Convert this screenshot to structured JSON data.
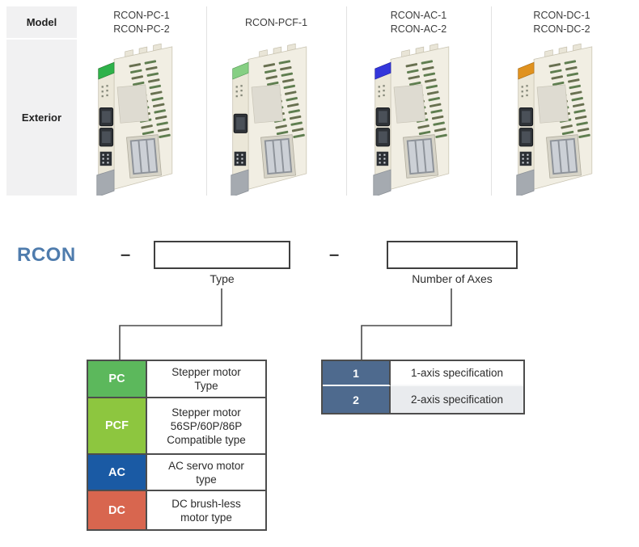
{
  "model_table": {
    "headers": {
      "model": "Model",
      "exterior": "Exterior"
    },
    "columns": [
      {
        "models": "RCON-PC-1\nRCON-PC-2",
        "accent": "#2eb24a"
      },
      {
        "models": "RCON-PCF-1",
        "accent": "#86cf83"
      },
      {
        "models": "RCON-AC-1\nRCON-AC-2",
        "accent": "#3336db"
      },
      {
        "models": "RCON-DC-1\nRCON-DC-2",
        "accent": "#e0921f"
      }
    ]
  },
  "model_code": {
    "prefix": "RCON",
    "prefix_color": "#4f7cad",
    "separator": "–",
    "type_field_label": "Type",
    "axes_field_label": "Number of Axes"
  },
  "type_table": {
    "rows": [
      {
        "code": "PC",
        "color": "#5cb85c",
        "description": "Stepper motor\nType"
      },
      {
        "code": "PCF",
        "color": "#8dc63f",
        "description": "Stepper motor\n56SP/60P/86P\nCompatible type"
      },
      {
        "code": "AC",
        "color": "#1a5aa4",
        "description": "AC servo motor\ntype"
      },
      {
        "code": "DC",
        "color": "#d8664f",
        "description": "DC brush-less\nmotor type"
      }
    ]
  },
  "axes_table": {
    "code_color": "#4e6a8e",
    "rows": [
      {
        "code": "1",
        "description": "1-axis specification",
        "bg": "#ffffff"
      },
      {
        "code": "2",
        "description": "2-axis specification",
        "bg": "#e9ebee"
      }
    ]
  }
}
